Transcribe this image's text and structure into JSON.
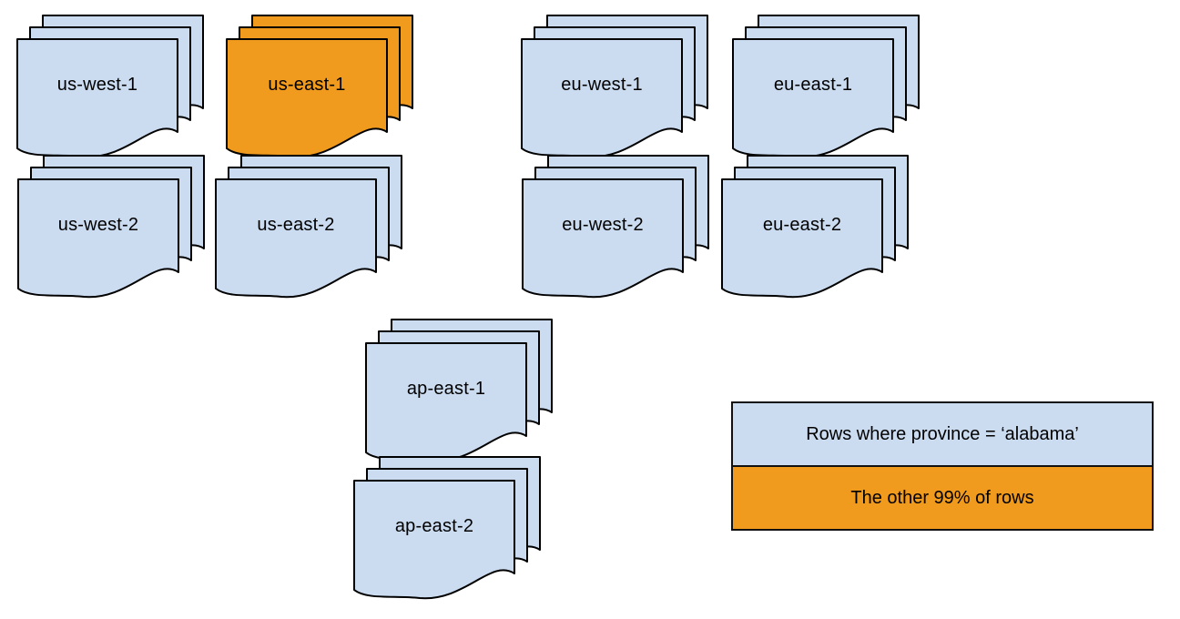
{
  "stacks": [
    {
      "id": "us-west-1",
      "label": "us-west-1",
      "fill": "#cbdcf1"
    },
    {
      "id": "us-east-1",
      "label": "us-east-1",
      "fill": "#f09b1d"
    },
    {
      "id": "eu-west-1",
      "label": "eu-west-1",
      "fill": "#cbdcf1"
    },
    {
      "id": "eu-east-1",
      "label": "eu-east-1",
      "fill": "#cbdcf1"
    },
    {
      "id": "us-west-2",
      "label": "us-west-2",
      "fill": "#cbdcf1"
    },
    {
      "id": "us-east-2",
      "label": "us-east-2",
      "fill": "#cbdcf1"
    },
    {
      "id": "eu-west-2",
      "label": "eu-west-2",
      "fill": "#cbdcf1"
    },
    {
      "id": "eu-east-2",
      "label": "eu-east-2",
      "fill": "#cbdcf1"
    },
    {
      "id": "ap-east-1",
      "label": "ap-east-1",
      "fill": "#cbdcf1"
    },
    {
      "id": "ap-east-2",
      "label": "ap-east-2",
      "fill": "#cbdcf1"
    }
  ],
  "legend": {
    "rows": [
      {
        "label": "Rows where province = ‘alabama’",
        "fill": "#cbdcf1"
      },
      {
        "label": "The other 99% of rows",
        "fill": "#f09b1d"
      }
    ]
  },
  "colors": {
    "document_blue": "#cbdcf1",
    "highlight_orange": "#f09b1d",
    "outline": "#000000",
    "background": "#ffffff"
  }
}
